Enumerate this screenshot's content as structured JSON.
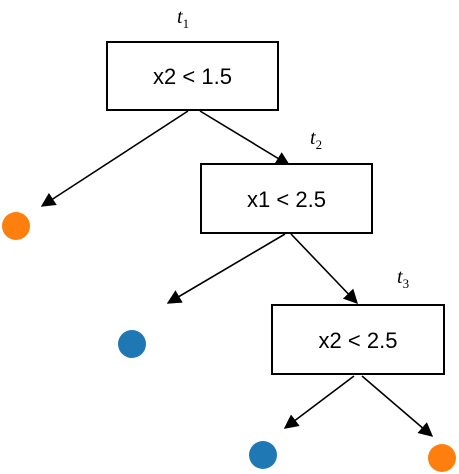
{
  "diagram": {
    "nodes": [
      {
        "id": "t1",
        "tag": "t",
        "sub": "1",
        "condition": "x2 < 1.5"
      },
      {
        "id": "t2",
        "tag": "t",
        "sub": "2",
        "condition": "x1 < 2.5"
      },
      {
        "id": "t3",
        "tag": "t",
        "sub": "3",
        "condition": "x2 < 2.5"
      }
    ],
    "leaves": [
      {
        "id": "leaf-1",
        "class_color": "#ff7f0e"
      },
      {
        "id": "leaf-2",
        "class_color": "#1f77b4"
      },
      {
        "id": "leaf-3",
        "class_color": "#1f77b4"
      },
      {
        "id": "leaf-4",
        "class_color": "#ff7f0e"
      }
    ],
    "colors": {
      "stroke": "#000000",
      "orange": "#ff7f0e",
      "blue": "#1f77b4"
    }
  }
}
